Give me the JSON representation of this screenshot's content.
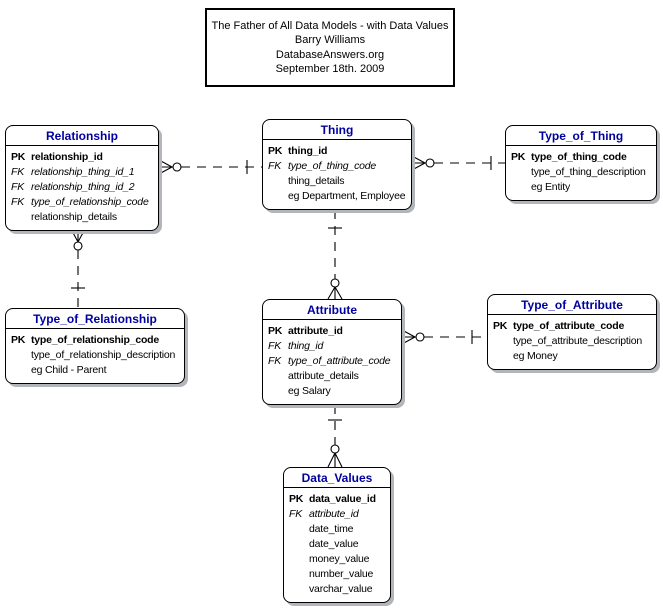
{
  "title_box": {
    "lines": [
      "The Father of All Data Models - with Data Values",
      "Barry Williams",
      "DatabaseAnswers.org",
      "September 18th. 2009"
    ]
  },
  "colors": {
    "entity_title_text": "#0000a0",
    "box_border": "#000000",
    "box_shadow": "#b2b6ba",
    "canvas_background": "#ffffff"
  },
  "entities": [
    {
      "name": "Relationship",
      "fields": [
        {
          "key": "PK",
          "name": "relationship_id",
          "emphasis": "pk"
        },
        {
          "key": "FK",
          "name": "relationship_thing_id_1",
          "emphasis": "fk"
        },
        {
          "key": "FK",
          "name": "relationship_thing_id_2",
          "emphasis": "fk"
        },
        {
          "key": "FK",
          "name": "type_of_relationship_code",
          "emphasis": "fk"
        },
        {
          "key": "",
          "name": "relationship_details",
          "emphasis": "plain"
        }
      ]
    },
    {
      "name": "Thing",
      "fields": [
        {
          "key": "PK",
          "name": "thing_id",
          "emphasis": "pk"
        },
        {
          "key": "FK",
          "name": "type_of_thing_code",
          "emphasis": "fk"
        },
        {
          "key": "",
          "name": "thing_details",
          "emphasis": "plain"
        },
        {
          "key": "",
          "name": "eg Department, Employee",
          "emphasis": "plain"
        }
      ]
    },
    {
      "name": "Type_of_Thing",
      "fields": [
        {
          "key": "PK",
          "name": "type_of_thing_code",
          "emphasis": "pk"
        },
        {
          "key": "",
          "name": "type_of_thing_description",
          "emphasis": "plain"
        },
        {
          "key": "",
          "name": "eg Entity",
          "emphasis": "plain"
        }
      ]
    },
    {
      "name": "Type_of_Relationship",
      "fields": [
        {
          "key": "PK",
          "name": "type_of_relationship_code",
          "emphasis": "pk"
        },
        {
          "key": "",
          "name": "type_of_relationship_description",
          "emphasis": "plain"
        },
        {
          "key": "",
          "name": "eg Child - Parent",
          "emphasis": "plain"
        }
      ]
    },
    {
      "name": "Attribute",
      "fields": [
        {
          "key": "PK",
          "name": "attribute_id",
          "emphasis": "pk"
        },
        {
          "key": "FK",
          "name": "thing_id",
          "emphasis": "fk"
        },
        {
          "key": "FK",
          "name": "type_of_attribute_code",
          "emphasis": "fk"
        },
        {
          "key": "",
          "name": "attribute_details",
          "emphasis": "plain"
        },
        {
          "key": "",
          "name": "eg Salary",
          "emphasis": "plain"
        }
      ]
    },
    {
      "name": "Type_of_Attribute",
      "fields": [
        {
          "key": "PK",
          "name": "type_of_attribute_code",
          "emphasis": "pk"
        },
        {
          "key": "",
          "name": "type_of_attribute_description",
          "emphasis": "plain"
        },
        {
          "key": "",
          "name": "eg Money",
          "emphasis": "plain"
        }
      ]
    },
    {
      "name": "Data_Values",
      "fields": [
        {
          "key": "PK",
          "name": "data_value_id",
          "emphasis": "pk"
        },
        {
          "key": "FK",
          "name": "attribute_id",
          "emphasis": "fk"
        },
        {
          "key": "",
          "name": "date_time",
          "emphasis": "plain"
        },
        {
          "key": "",
          "name": "date_value",
          "emphasis": "plain"
        },
        {
          "key": "",
          "name": "money_value",
          "emphasis": "plain"
        },
        {
          "key": "",
          "name": "number_value",
          "emphasis": "plain"
        },
        {
          "key": "",
          "name": "varchar_value",
          "emphasis": "plain"
        }
      ]
    }
  ],
  "relationships": [
    {
      "many_end": "Relationship",
      "one_end": "Thing",
      "many_cardinality": "zero-or-many",
      "one_cardinality": "one",
      "line": "dashed"
    },
    {
      "many_end": "Thing",
      "one_end": "Type_of_Thing",
      "many_cardinality": "zero-or-many",
      "one_cardinality": "one",
      "line": "dashed"
    },
    {
      "many_end": "Relationship",
      "one_end": "Type_of_Relationship",
      "many_cardinality": "zero-or-many",
      "one_cardinality": "one",
      "line": "dashed"
    },
    {
      "many_end": "Attribute",
      "one_end": "Thing",
      "many_cardinality": "zero-or-many",
      "one_cardinality": "one",
      "line": "dashed"
    },
    {
      "many_end": "Attribute",
      "one_end": "Type_of_Attribute",
      "many_cardinality": "zero-or-many",
      "one_cardinality": "one",
      "line": "dashed"
    },
    {
      "many_end": "Data_Values",
      "one_end": "Attribute",
      "many_cardinality": "zero-or-many",
      "one_cardinality": "one",
      "line": "dashed"
    }
  ]
}
